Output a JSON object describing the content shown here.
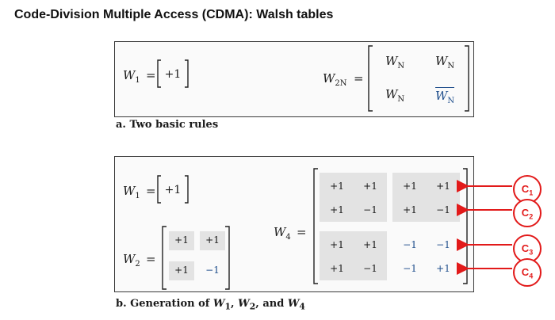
{
  "title": "Code-Division Multiple Access (CDMA): Walsh tables",
  "panel_a": {
    "w1_label": "W",
    "w1_sub": "1",
    "w1_value": "+1",
    "w2n_label": "W",
    "w2n_sub": "2N",
    "wn_label": "W",
    "wn_sub": "N",
    "caption": "a. Two basic rules"
  },
  "panel_b": {
    "w1_label": "W",
    "w1_sub": "1",
    "w1_value": "+1",
    "w2_label": "W",
    "w2_sub": "2",
    "w2_values": [
      [
        "+1",
        "+1"
      ],
      [
        "+1",
        "−1"
      ]
    ],
    "w4_label": "W",
    "w4_sub": "4",
    "w4_values": [
      [
        "+1",
        "+1",
        "+1",
        "+1"
      ],
      [
        "+1",
        "−1",
        "+1",
        "−1"
      ],
      [
        "+1",
        "+1",
        "−1",
        "−1"
      ],
      [
        "+1",
        "−1",
        "−1",
        "+1"
      ]
    ],
    "caption_prefix": "b. Generation of ",
    "caption_w": "W",
    "caption_s1": "1",
    "caption_sep1": ", ",
    "caption_s2": "2",
    "caption_sep2": ", and ",
    "caption_s4": "4"
  },
  "callouts": [
    {
      "label": "C",
      "sub": "1"
    },
    {
      "label": "C",
      "sub": "2"
    },
    {
      "label": "C",
      "sub": "3"
    },
    {
      "label": "C",
      "sub": "4"
    }
  ],
  "colors": {
    "accent_red": "#e21a1a",
    "highlight_blue": "#1f4e8c",
    "shade": "#e3e3e3"
  }
}
